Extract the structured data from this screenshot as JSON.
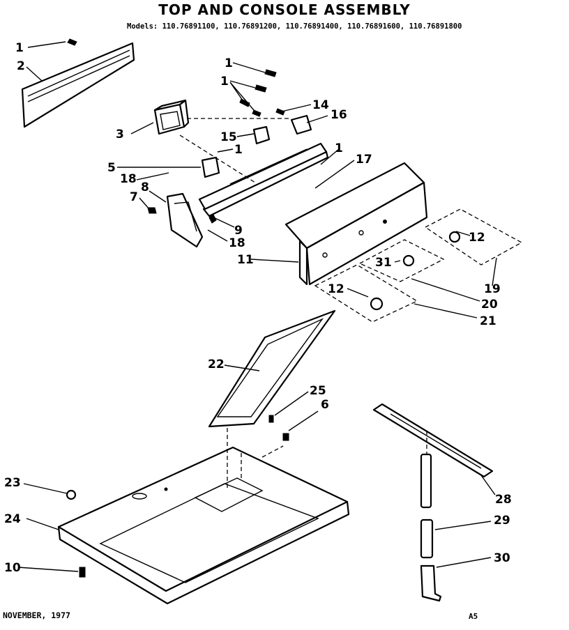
{
  "title": "TOP AND CONSOLE ASSEMBLY",
  "models": "Models: 110.76891100, 110.76891200, 110.76891400, 110.76891600, 110.76891800",
  "footer": {
    "date": "NOVEMBER, 1977",
    "code": "A5"
  },
  "callouts": [
    "1",
    "2",
    "1",
    "1",
    "14",
    "16",
    "3",
    "15",
    "1",
    "1",
    "17",
    "5",
    "18",
    "8",
    "7",
    "9",
    "18",
    "12",
    "11",
    "31",
    "12",
    "19",
    "20",
    "21",
    "22",
    "25",
    "6",
    "23",
    "24",
    "10",
    "28",
    "29",
    "30"
  ]
}
